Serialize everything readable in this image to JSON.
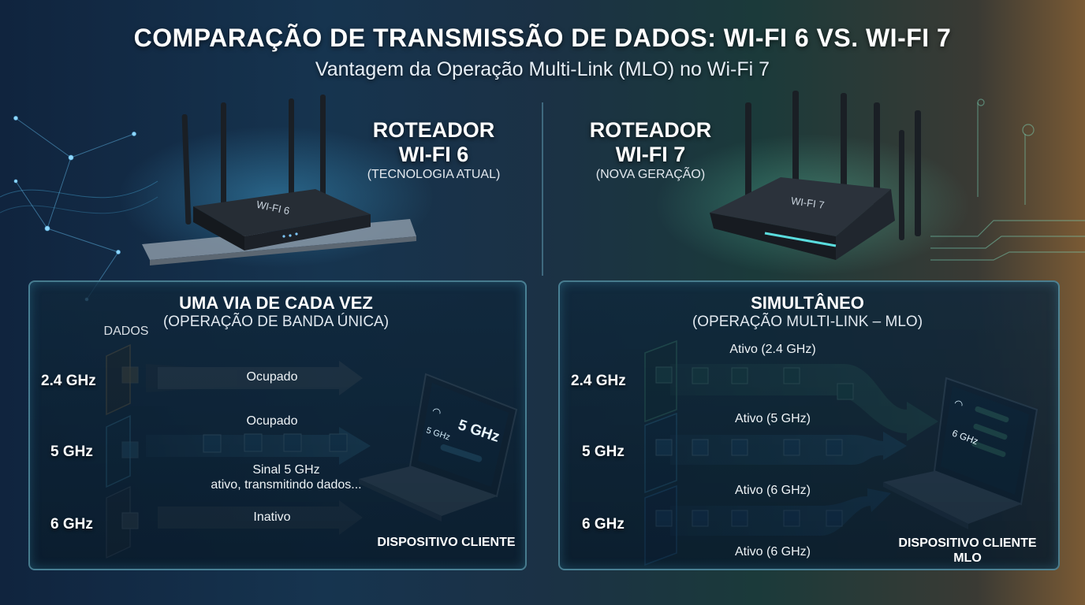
{
  "title": "COMPARAÇÃO DE TRANSMISSÃO DE DADOS: WI-FI 6 VS. WI-FI 7",
  "subtitle": "Vantagem da Operação Multi-Link (MLO) no Wi-Fi 7",
  "left": {
    "router": {
      "name_line1": "ROTEADOR",
      "name_line2": "WI-FI 6",
      "note": "(TECNOLOGIA ATUAL)",
      "label": "WI-FI 6"
    },
    "panel": {
      "title": "UMA VIA DE CADA VEZ",
      "subtitle": "(OPERAÇÃO DE BANDA ÚNICA)",
      "data_label": "DADOS"
    },
    "bands": [
      {
        "name": "2.4 GHz",
        "status": "Ocupado"
      },
      {
        "name": "5 GHz",
        "status": "Ocupado",
        "note_line1": "Sinal 5 GHz",
        "note_line2": "ativo, transmitindo dados..."
      },
      {
        "name": "6 GHz",
        "status": "Inativo"
      }
    ],
    "device": {
      "label": "DISPOSITIVO CLIENTE",
      "screen_big": "5 GHz",
      "screen_small": "5 GHz"
    }
  },
  "right": {
    "router": {
      "name_line1": "ROTEADOR",
      "name_line2": "WI-FI 7",
      "note": "(NOVA GERAÇÃO)",
      "label": "WI-FI 7"
    },
    "panel": {
      "title": "SIMULTÂNEO",
      "subtitle": "(OPERAÇÃO MULTI-LINK – MLO)"
    },
    "bands": [
      {
        "name": "2.4 GHz",
        "status": "Ativo (2.4 GHz)"
      },
      {
        "name": "5 GHz",
        "status": "Ativo (5 GHz)"
      },
      {
        "name": "6 GHz",
        "status": "Ativo (6 GHz)",
        "status_lower": "Ativo (6 GHz)"
      }
    ],
    "device": {
      "label_line1": "DISPOSITIVO CLIENTE",
      "label_line2": "MLO",
      "screen_label": "6 GHz"
    }
  },
  "colors": {
    "band24": "#e8a64a",
    "band5": "#5ac8f5",
    "band6": "#9aa4ad",
    "mlo24": "#6de6a0",
    "mlo5": "#4fc3f7",
    "mlo6": "#3fa9f5"
  }
}
